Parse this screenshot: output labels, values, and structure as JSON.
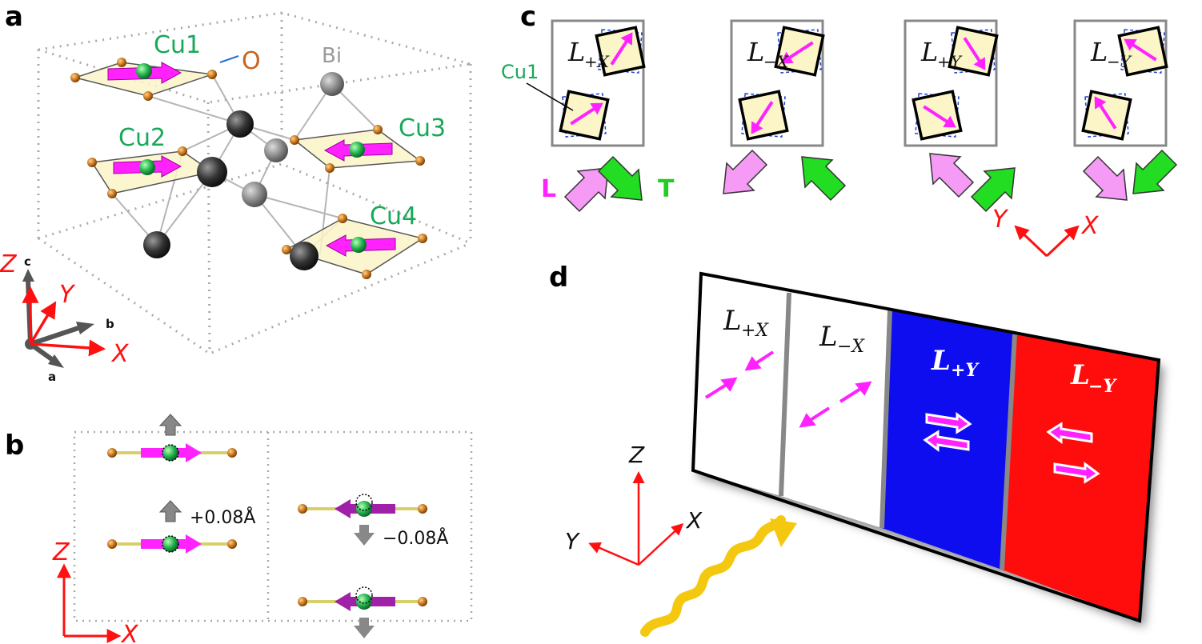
{
  "panels": {
    "a": {
      "letter": "a",
      "labels": {
        "cu1": "Cu1",
        "cu2": "Cu2",
        "cu3": "Cu3",
        "cu4": "Cu4",
        "oxygen": "O",
        "bismuth": "Bi"
      },
      "axes": {
        "Z": "Z",
        "Y": "Y",
        "X": "X",
        "c": "c",
        "b": "b",
        "a": "a"
      },
      "colors": {
        "cu": "#22b14c",
        "spin": "#ff22ff",
        "oxygen": "#c8781e",
        "bismuth": "#555555",
        "axis": "#ff1010"
      }
    },
    "b": {
      "letter": "b",
      "disp_up": "+0.08Å",
      "disp_down": "−0.08Å",
      "axes": {
        "Z": "Z",
        "X": "X"
      }
    },
    "c": {
      "letter": "c",
      "cu1": "Cu1",
      "domains": [
        {
          "main": "L",
          "sub": "+X"
        },
        {
          "main": "L",
          "sub": "−X"
        },
        {
          "main": "L",
          "sub": "+Y"
        },
        {
          "main": "L",
          "sub": "−Y"
        }
      ],
      "arrow_L": "L",
      "arrow_T": "T",
      "axes": {
        "Y": "Y",
        "X": "X"
      },
      "colors": {
        "L_arrow": "#f59af5",
        "T_arrow": "#22dd22"
      }
    },
    "d": {
      "letter": "d",
      "domains": [
        {
          "main": "L",
          "sub": "+X",
          "fill": "#ffffff"
        },
        {
          "main": "L",
          "sub": "−X",
          "fill": "#ffffff"
        },
        {
          "main": "L",
          "sub": "+Y",
          "fill": "#0a0af0"
        },
        {
          "main": "L",
          "sub": "−Y",
          "fill": "#ff0a0a"
        }
      ],
      "axes": {
        "Z": "Z",
        "X": "X",
        "Y": "Y"
      },
      "colors": {
        "beam": "#f5c810"
      }
    }
  }
}
